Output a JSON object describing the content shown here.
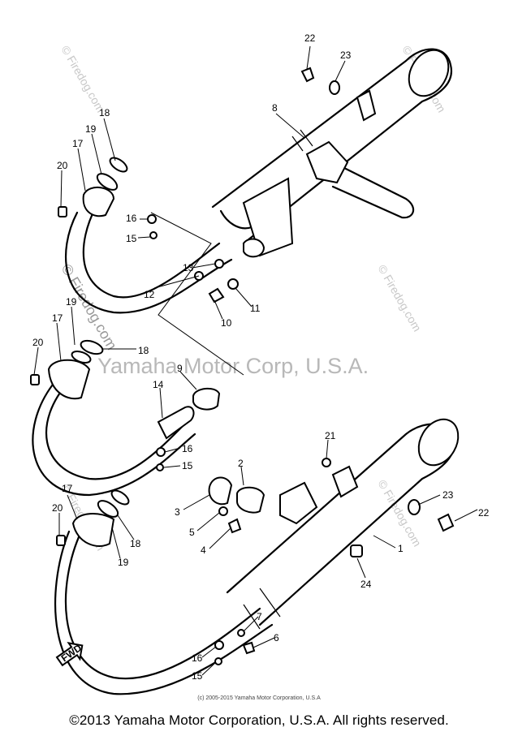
{
  "watermarks": {
    "site": "© Firedog.com",
    "company": "Yamaha Motor Corp, U.S.A."
  },
  "callouts": [
    "22",
    "23",
    "8",
    "18",
    "19",
    "17",
    "20",
    "16",
    "15",
    "13",
    "12",
    "10",
    "11",
    "19",
    "17",
    "20",
    "18",
    "9",
    "14",
    "16",
    "15",
    "21",
    "2",
    "3",
    "5",
    "4",
    "17",
    "20",
    "18",
    "19",
    "23",
    "22",
    "1",
    "24",
    "7",
    "6",
    "16",
    "15"
  ],
  "copyright_small": "(c) 2005-2015 Yamaha Motor Corporation, U.S.A",
  "copyright_main": "©2013 Yamaha Motor Corporation, U.S.A. All rights reserved.",
  "icons": {
    "front_arrow": "fwd-arrow-icon"
  },
  "fwd_label": "FWD"
}
